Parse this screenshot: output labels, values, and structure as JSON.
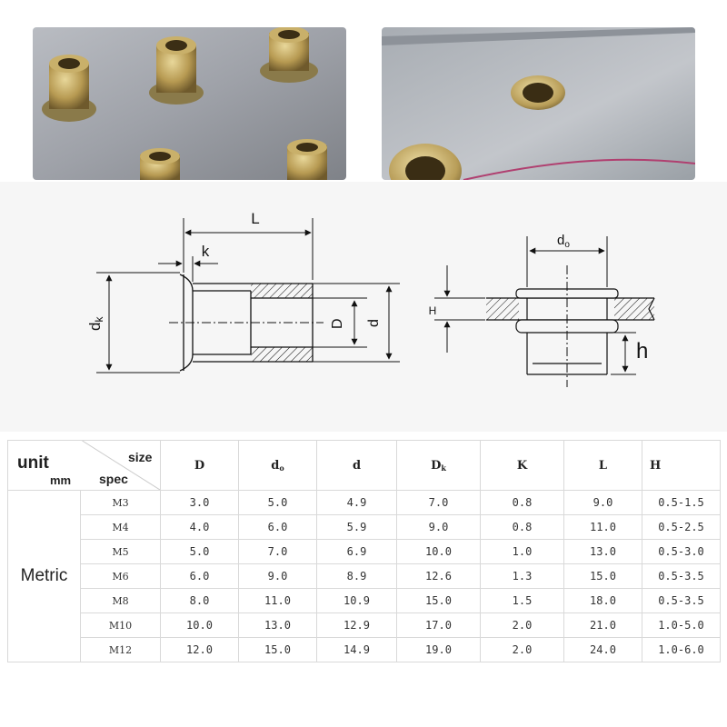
{
  "diagram": {
    "labels": {
      "L": "L",
      "k": "k",
      "dk_main": "d",
      "dk_sub": "k",
      "D": "D",
      "d": "d",
      "do_main": "d",
      "do_sub": "o",
      "H": "H",
      "h": "h"
    }
  },
  "table": {
    "unit_label": "unit",
    "mm_label": "mm",
    "size_label": "size",
    "spec_label": "spec",
    "group_label": "Metric",
    "headers": [
      {
        "main": "D",
        "sub": ""
      },
      {
        "main": "d",
        "sub": "o"
      },
      {
        "main": "d",
        "sub": ""
      },
      {
        "main": "D",
        "sub": "k"
      },
      {
        "main": "K",
        "sub": ""
      },
      {
        "main": "L",
        "sub": ""
      },
      {
        "main": "H",
        "sub": ""
      }
    ],
    "rows": [
      {
        "spec": "M3",
        "values": [
          "3.0",
          "5.0",
          "4.9",
          "7.0",
          "0.8",
          "9.0",
          "0.5-1.5"
        ]
      },
      {
        "spec": "M4",
        "values": [
          "4.0",
          "6.0",
          "5.9",
          "9.0",
          "0.8",
          "11.0",
          "0.5-2.5"
        ]
      },
      {
        "spec": "M5",
        "values": [
          "5.0",
          "7.0",
          "6.9",
          "10.0",
          "1.0",
          "13.0",
          "0.5-3.0"
        ]
      },
      {
        "spec": "M6",
        "values": [
          "6.0",
          "9.0",
          "8.9",
          "12.6",
          "1.3",
          "15.0",
          "0.5-3.5"
        ]
      },
      {
        "spec": "M8",
        "values": [
          "8.0",
          "11.0",
          "10.9",
          "15.0",
          "1.5",
          "18.0",
          "0.5-3.5"
        ]
      },
      {
        "spec": "M10",
        "values": [
          "10.0",
          "13.0",
          "12.9",
          "17.0",
          "2.0",
          "21.0",
          "1.0-5.0"
        ]
      },
      {
        "spec": "M12",
        "values": [
          "12.0",
          "15.0",
          "14.9",
          "19.0",
          "2.0",
          "24.0",
          "1.0-6.0"
        ]
      }
    ]
  }
}
